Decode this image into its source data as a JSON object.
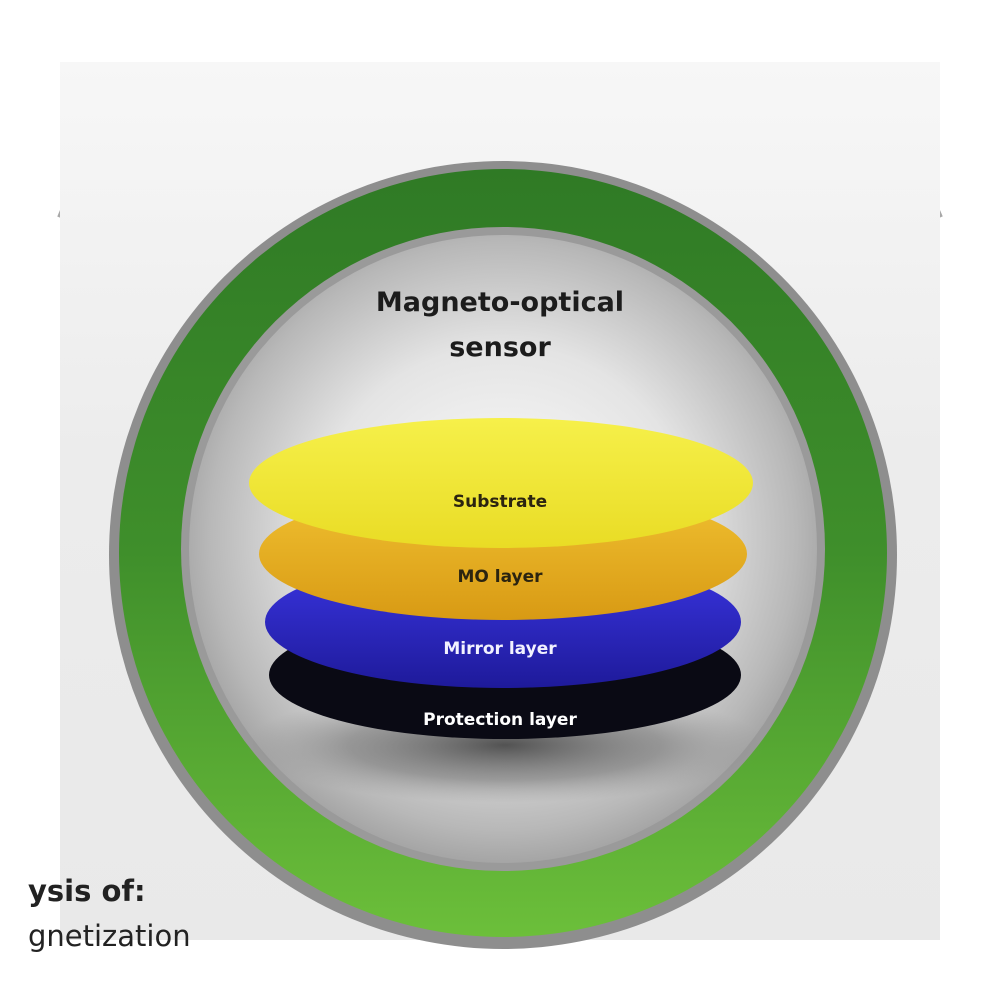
{
  "diagram": {
    "title_lines": [
      "Magneto-optical",
      "sensor"
    ],
    "layers": [
      {
        "name": "Substrate",
        "color": "#f2e83a"
      },
      {
        "name": "MO layer",
        "color": "#e8b81e"
      },
      {
        "name": "Mirror layer",
        "color": "#2f2ad0"
      },
      {
        "name": "Protection layer",
        "color": "#0a0a14"
      }
    ],
    "ring_color": "#4d9a2e",
    "cropped_text_lines": [
      "ysis of:",
      "gnetization"
    ]
  }
}
